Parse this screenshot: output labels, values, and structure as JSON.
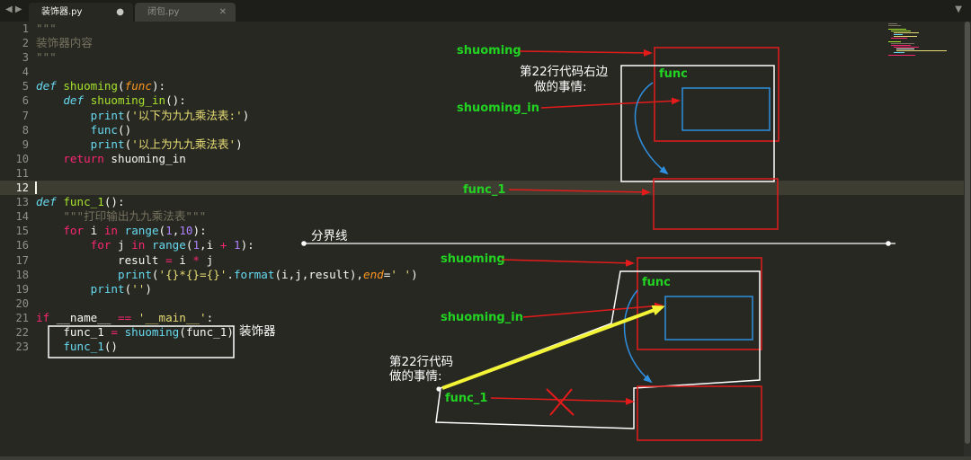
{
  "tabs": [
    {
      "label": "装饰器.py",
      "mark": "●",
      "active": true
    },
    {
      "label": "闭包.py",
      "mark": "✕",
      "active": false
    }
  ],
  "editor": {
    "line_numbers": [
      "1",
      "2",
      "3",
      "4",
      "5",
      "6",
      "7",
      "8",
      "9",
      "10",
      "11",
      "12",
      "13",
      "14",
      "15",
      "16",
      "17",
      "18",
      "19",
      "20",
      "21",
      "22",
      "23"
    ],
    "current_line": "12",
    "lines": [
      [
        {
          "t": "\"\"\"",
          "c": "cm"
        }
      ],
      [
        {
          "t": "装饰器内容",
          "c": "cm"
        }
      ],
      [
        {
          "t": "\"\"\"",
          "c": "cm"
        }
      ],
      [],
      [
        {
          "t": "def",
          "c": "df"
        },
        {
          "t": " "
        },
        {
          "t": "shuoming",
          "c": "fn"
        },
        {
          "t": "("
        },
        {
          "t": "func",
          "c": "pa"
        },
        {
          "t": "):"
        }
      ],
      [
        {
          "t": "    "
        },
        {
          "t": "def",
          "c": "df"
        },
        {
          "t": " "
        },
        {
          "t": "shuoming_in",
          "c": "fn"
        },
        {
          "t": "():"
        }
      ],
      [
        {
          "t": "        "
        },
        {
          "t": "print",
          "c": "bi"
        },
        {
          "t": "("
        },
        {
          "t": "'以下为九九乘法表:'",
          "c": "st"
        },
        {
          "t": ")"
        }
      ],
      [
        {
          "t": "        "
        },
        {
          "t": "func",
          "c": "bi"
        },
        {
          "t": "()"
        }
      ],
      [
        {
          "t": "        "
        },
        {
          "t": "print",
          "c": "bi"
        },
        {
          "t": "("
        },
        {
          "t": "'以上为九九乘法表'",
          "c": "st"
        },
        {
          "t": ")"
        }
      ],
      [
        {
          "t": "    "
        },
        {
          "t": "return",
          "c": "kw"
        },
        {
          "t": " shuoming_in"
        }
      ],
      [],
      [],
      [
        {
          "t": "def",
          "c": "df"
        },
        {
          "t": " "
        },
        {
          "t": "func_1",
          "c": "fn"
        },
        {
          "t": "():"
        }
      ],
      [
        {
          "t": "    "
        },
        {
          "t": "\"\"\"打印输出九九乘法表\"\"\"",
          "c": "cm"
        }
      ],
      [
        {
          "t": "    "
        },
        {
          "t": "for",
          "c": "kw"
        },
        {
          "t": " i "
        },
        {
          "t": "in",
          "c": "kw"
        },
        {
          "t": " "
        },
        {
          "t": "range",
          "c": "bi"
        },
        {
          "t": "("
        },
        {
          "t": "1",
          "c": "nm"
        },
        {
          "t": ","
        },
        {
          "t": "10",
          "c": "nm"
        },
        {
          "t": "):"
        }
      ],
      [
        {
          "t": "        "
        },
        {
          "t": "for",
          "c": "kw"
        },
        {
          "t": " j "
        },
        {
          "t": "in",
          "c": "kw"
        },
        {
          "t": " "
        },
        {
          "t": "range",
          "c": "bi"
        },
        {
          "t": "("
        },
        {
          "t": "1",
          "c": "nm"
        },
        {
          "t": ",i "
        },
        {
          "t": "+",
          "c": "op"
        },
        {
          "t": " "
        },
        {
          "t": "1",
          "c": "nm"
        },
        {
          "t": "):"
        }
      ],
      [
        {
          "t": "            result "
        },
        {
          "t": "=",
          "c": "op"
        },
        {
          "t": " i "
        },
        {
          "t": "*",
          "c": "op"
        },
        {
          "t": " j"
        }
      ],
      [
        {
          "t": "            "
        },
        {
          "t": "print",
          "c": "bi"
        },
        {
          "t": "("
        },
        {
          "t": "'{}*{}={}'",
          "c": "st"
        },
        {
          "t": "."
        },
        {
          "t": "format",
          "c": "bi"
        },
        {
          "t": "(i,j,result),"
        },
        {
          "t": "end",
          "c": "pa"
        },
        {
          "t": "="
        },
        {
          "t": "' '",
          "c": "st"
        },
        {
          "t": ")"
        }
      ],
      [
        {
          "t": "        "
        },
        {
          "t": "print",
          "c": "bi"
        },
        {
          "t": "("
        },
        {
          "t": "''",
          "c": "st"
        },
        {
          "t": ")"
        }
      ],
      [],
      [
        {
          "t": "if",
          "c": "kw"
        },
        {
          "t": " __name__ "
        },
        {
          "t": "==",
          "c": "op"
        },
        {
          "t": " "
        },
        {
          "t": "'__main__'",
          "c": "st"
        },
        {
          "t": ":"
        }
      ],
      [
        {
          "t": "    func_1 "
        },
        {
          "t": "=",
          "c": "op"
        },
        {
          "t": " "
        },
        {
          "t": "shuoming",
          "c": "bi"
        },
        {
          "t": "(func_1)"
        }
      ],
      [
        {
          "t": "    "
        },
        {
          "t": "func_1",
          "c": "bi"
        },
        {
          "t": "()"
        }
      ]
    ]
  },
  "annotations": {
    "decorator_note": "装饰器",
    "top": {
      "shuoming": "shuoming",
      "line22_note": [
        "第22行代码右边",
        "做的事情:"
      ],
      "func": "func",
      "shuoming_in": "shuoming_in",
      "func_1": "func_1"
    },
    "divider_label": "分界线",
    "bottom": {
      "shuoming": "shuoming",
      "func": "func",
      "shuoming_in": "shuoming_in",
      "line22_note": [
        "第22行代码",
        "做的事情:"
      ],
      "func_1": "func_1"
    }
  },
  "colors": {
    "green_label": "#22d322",
    "red_box": "#e31b1b",
    "blue_box": "#2f8fe0",
    "white": "#ffffff",
    "yellow_arrow": "#f4f437"
  }
}
